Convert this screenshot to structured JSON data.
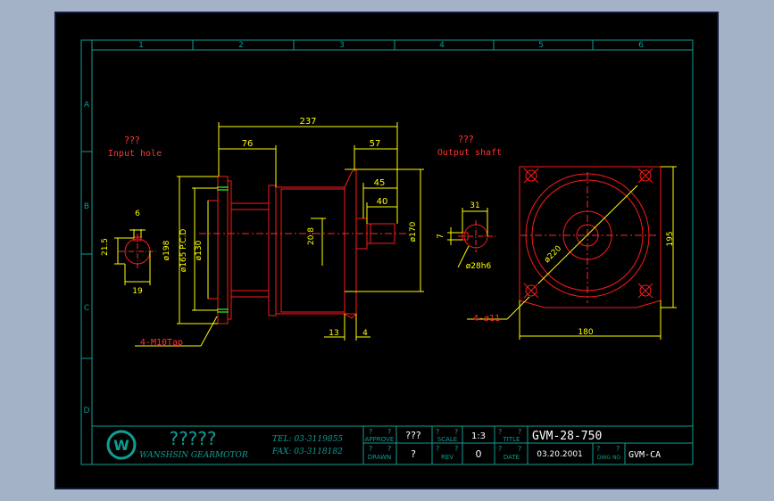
{
  "colors": {
    "background": "#000000",
    "border": "#0f9d94",
    "part": "#ff1a1a",
    "dimension": "#ffff00",
    "centerline": "#ff2a2a",
    "note": "#ff3333",
    "title_text": "#ffffff",
    "bolt": "#22dd22"
  },
  "grid": {
    "columns": [
      "1",
      "2",
      "3",
      "4",
      "5",
      "6"
    ],
    "rows": [
      "A",
      "B",
      "C",
      "D"
    ]
  },
  "notes": {
    "input_title": "???",
    "input_sub": "Input hole",
    "output_title": "???",
    "output_sub": "Output shaft",
    "bolt_callout": "4-M10Tap",
    "mount_callout": "4-ø11"
  },
  "dims": {
    "overall": "237",
    "d76": "76",
    "d57": "57",
    "d45": "45",
    "d40": "40",
    "d13": "13",
    "d4": "4",
    "d198": "ø198",
    "d165": "ø165  P.C.D",
    "d130": "ø130",
    "d20_8": "20.8",
    "d170": "ø170",
    "key6": "6",
    "key21_5": "21.5",
    "key19": "19",
    "shaft31": "31",
    "shaft7": "7",
    "shaft28": "ø28h6",
    "d220": "ø220",
    "d195": "195",
    "d180": "180"
  },
  "title_block": {
    "company_cn": "?????",
    "company_en": "WANSHSIN GEARMOTOR",
    "tel": "TEL:  03-3119855",
    "fax": "FAX:  03-3118182",
    "approve_label": "APPROVE",
    "approve_value": "???",
    "scale_label": "SCALE",
    "scale_value": "1:3",
    "title_label": "TITLE",
    "title_value": "GVM-28-750",
    "drawn_label": "DRAWN",
    "drawn_value": "?",
    "rev_label": "REV",
    "rev_value": "0",
    "date_label": "DATE",
    "date_value": "03.20.2001",
    "dwg_label": "DWG NO",
    "dwg_value": "GVM-CA",
    "logo_letter": "W",
    "q": "?"
  }
}
